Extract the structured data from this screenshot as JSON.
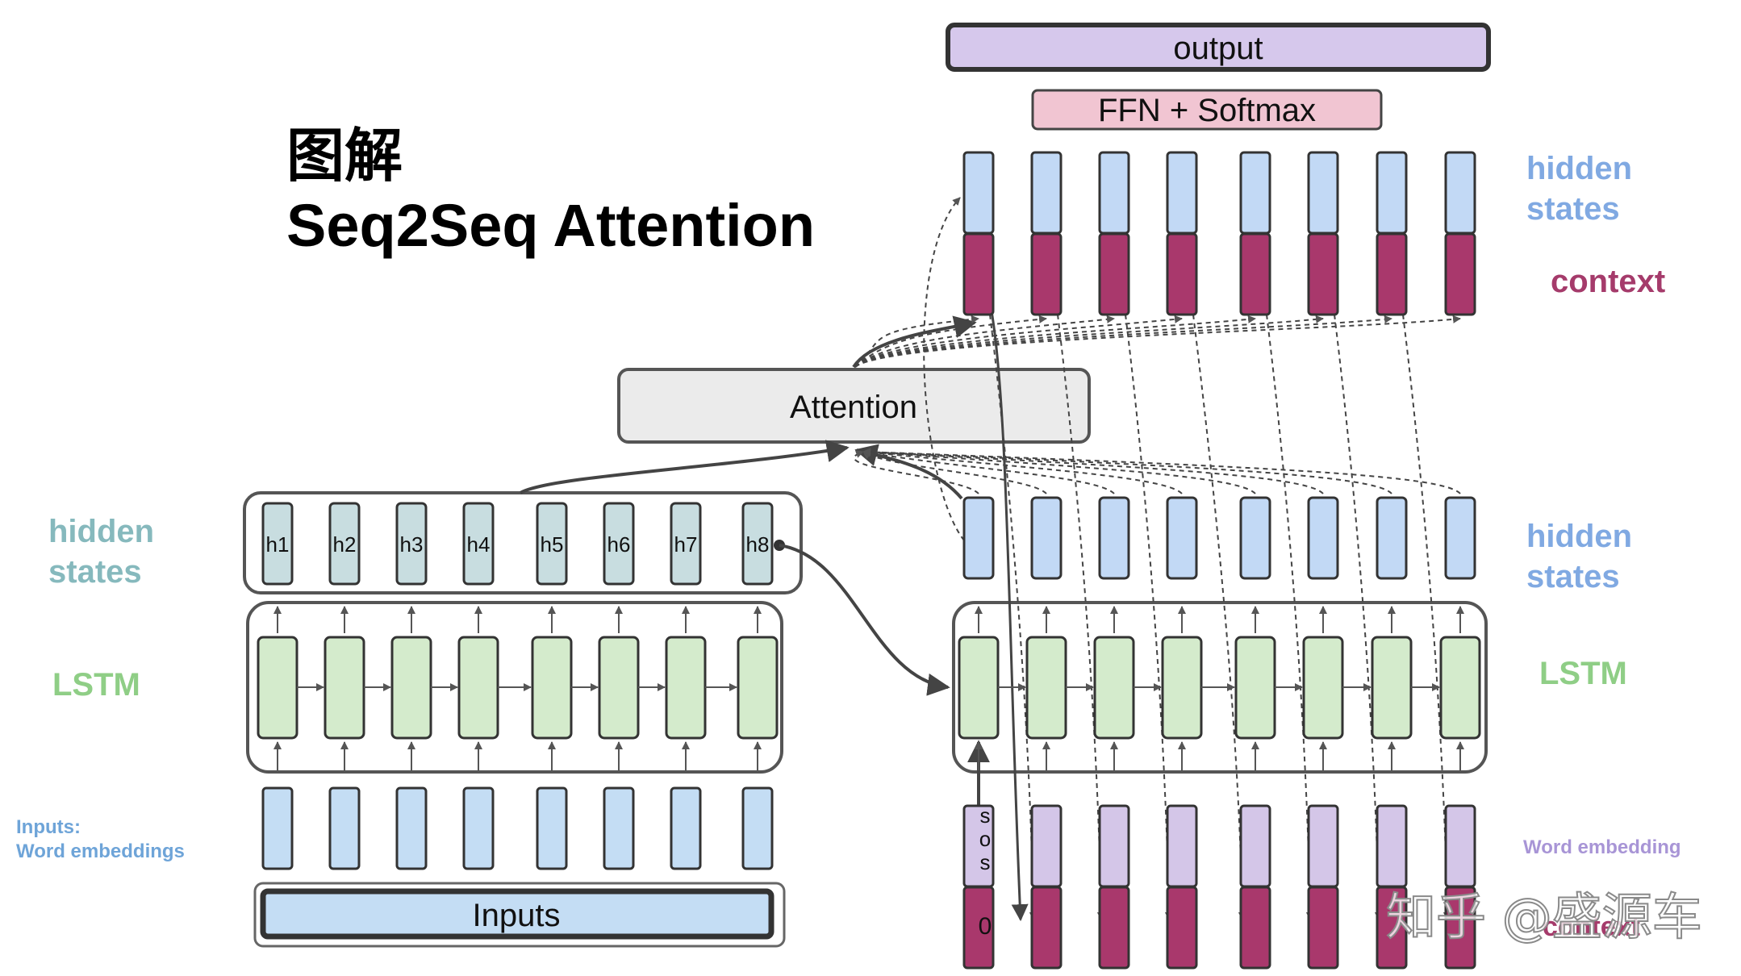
{
  "title": {
    "line1": "图解",
    "line2": "Seq2Seq Attention"
  },
  "encoder": {
    "hidden_states": [
      "h1",
      "h2",
      "h3",
      "h4",
      "h5",
      "h6",
      "h7",
      "h8"
    ],
    "input_box_label": "Inputs"
  },
  "decoder": {
    "sos_label": "s\no\ns",
    "zero_label": "0"
  },
  "attention": {
    "label": "Attention"
  },
  "output": {
    "ffn_label": "FFN + Softmax",
    "output_label": "output"
  },
  "legend": {
    "enc_hidden": "hidden\nstates",
    "enc_lstm": "LSTM",
    "enc_inputs": "Inputs:\nWord embeddings",
    "dec_top_hidden": "hidden\nstates",
    "dec_top_context": "context",
    "dec_hidden": "hidden\nstates",
    "dec_lstm": "LSTM",
    "dec_word_embedding": "Word embedding",
    "dec_context": "context"
  },
  "watermark": "知乎 @盛源车",
  "colors": {
    "hidden_encoder": "#c8dde0",
    "hidden_decoder": "#c2d9f5",
    "lstm": "#d4ebcc",
    "embedding": "#c4ddf4",
    "context": "#a9386c",
    "word_embedding_decoder": "#d4c6e8",
    "output": "#d6c8ec",
    "ffn": "#f1c5d2",
    "attention": "#ebebeb",
    "label_hidden_enc": "#86b9bd",
    "label_lstm": "#8fce86",
    "label_hidden_dec": "#80a9e2",
    "label_context": "#a53b6b",
    "label_embedding_dec": "#a895d6",
    "label_inputs": "#6ea4d8"
  }
}
